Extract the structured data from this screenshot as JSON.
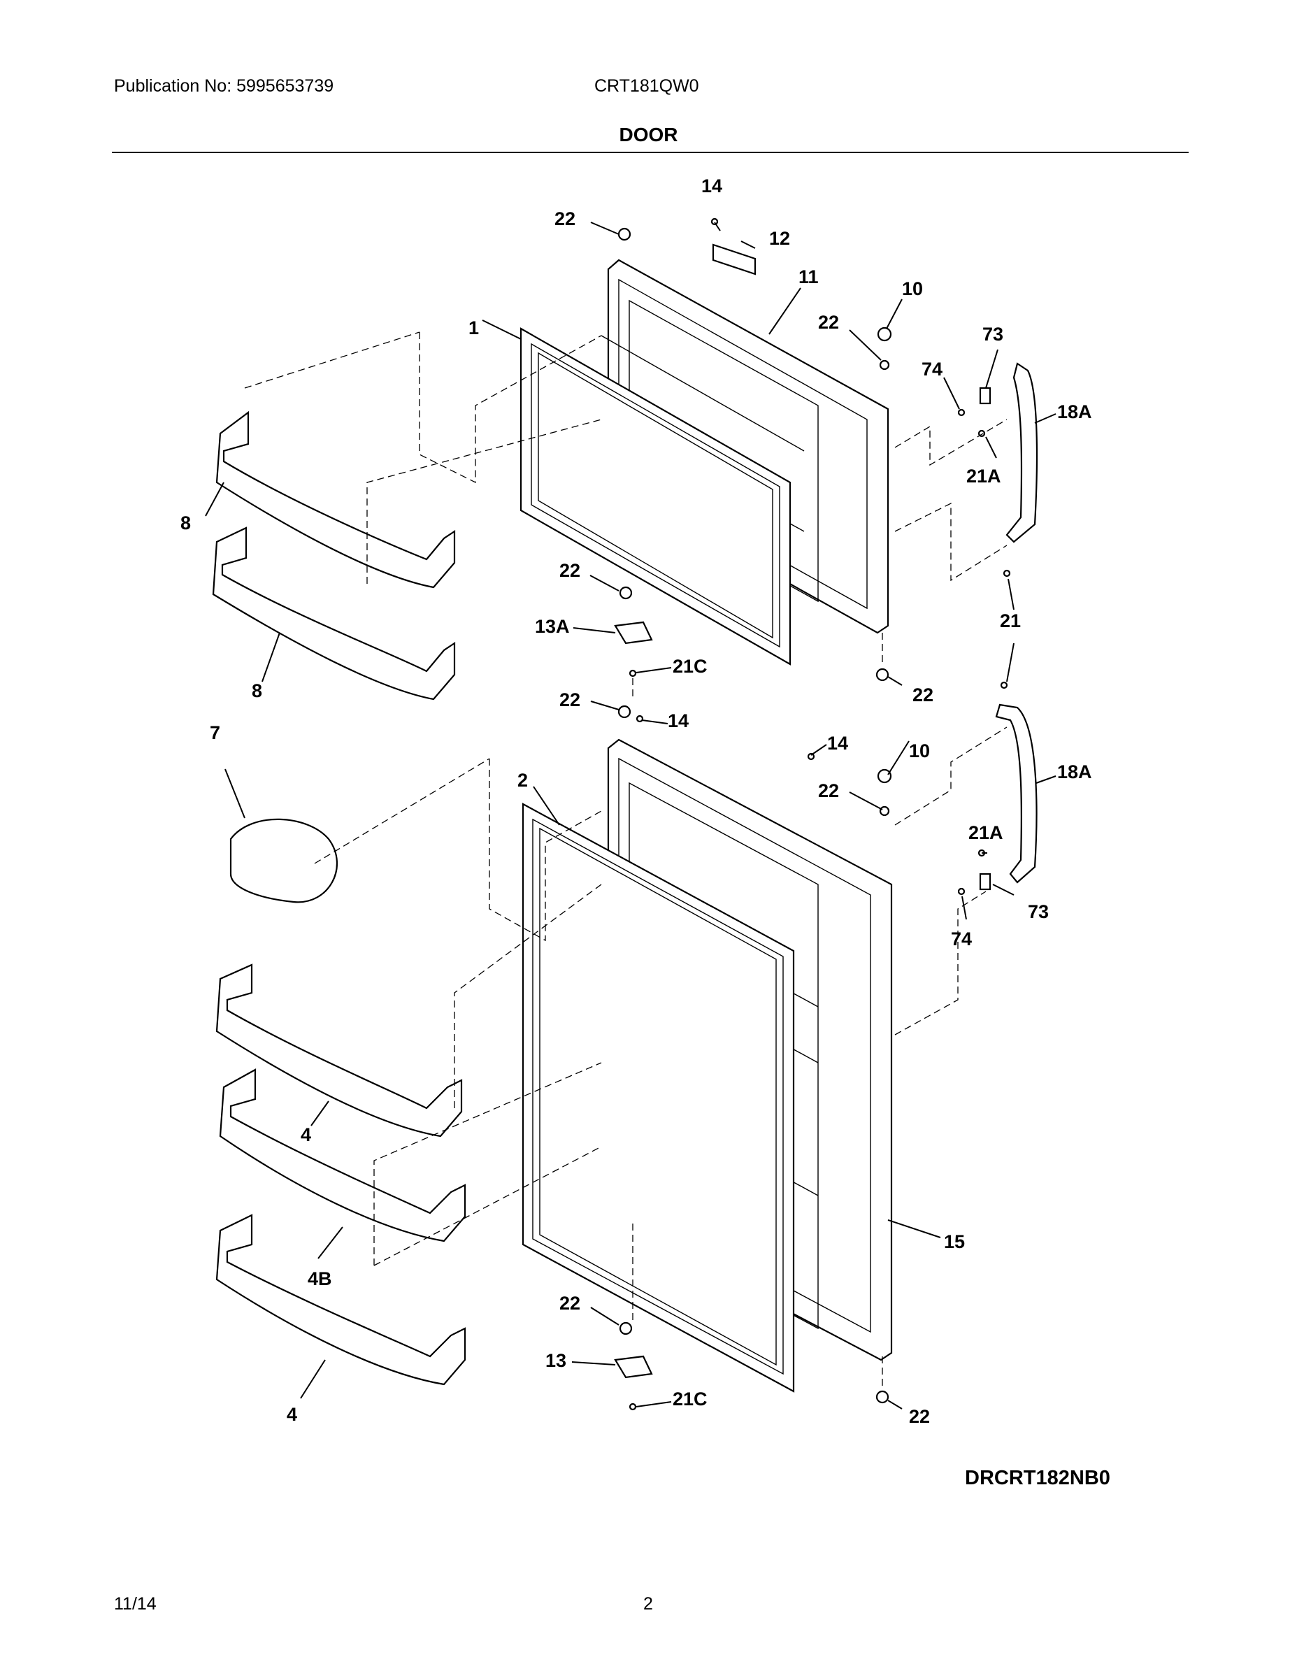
{
  "header": {
    "publication": "Publication No: 5995653739",
    "model": "CRT181QW0",
    "title": "DOOR"
  },
  "callouts": {
    "c1": "1",
    "c2": "2",
    "c4a": "4",
    "c4b": "4",
    "c4B": "4B",
    "c7": "7",
    "c8a": "8",
    "c8b": "8",
    "c10a": "10",
    "c10b": "10",
    "c11": "11",
    "c12": "12",
    "c13": "13",
    "c13A": "13A",
    "c14a": "14",
    "c14b": "14",
    "c14c": "14",
    "c15": "15",
    "c18Aa": "18A",
    "c18Ab": "18A",
    "c21": "21",
    "c21Aa": "21A",
    "c21Ab": "21A",
    "c21Ca": "21C",
    "c21Cb": "21C",
    "c22a": "22",
    "c22b": "22",
    "c22c": "22",
    "c22d": "22",
    "c22e": "22",
    "c22f": "22",
    "c22g": "22",
    "c22h": "22",
    "c73a": "73",
    "c73b": "73",
    "c74a": "74",
    "c74b": "74"
  },
  "diagram_code": "DRCRT182NB0",
  "footer": {
    "date": "11/14",
    "page": "2"
  }
}
